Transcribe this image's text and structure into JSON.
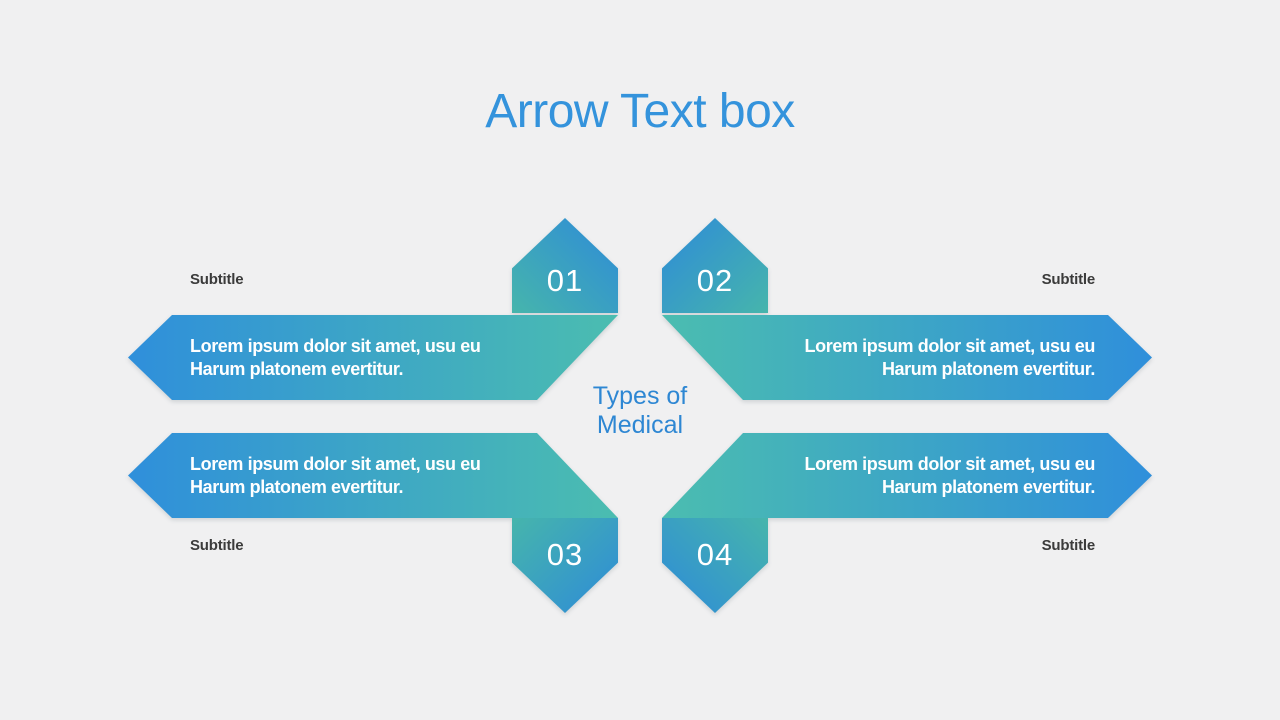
{
  "slide": {
    "title": "Arrow Text box",
    "center_caption": "Types of\nMedical",
    "colors": {
      "background": "#F0F0F1",
      "arrow_blue": "#2F8FDB",
      "arrow_teal": "#4BBDB0",
      "title_blue": "#3493DC",
      "caption_blue": "#2E87D3",
      "subtitle_gray": "#3B3B3B",
      "shape_text": "#FFFFFF"
    }
  },
  "items": [
    {
      "number": "01",
      "position": "top-left",
      "subtitle": "Subtitle",
      "text": "Lorem ipsum dolor sit amet, usu eu\nHarum platonem evertitur."
    },
    {
      "number": "02",
      "position": "top-right",
      "subtitle": "Subtitle",
      "text": "Lorem ipsum dolor sit amet, usu eu\nHarum platonem evertitur."
    },
    {
      "number": "03",
      "position": "bottom-left",
      "subtitle": "Subtitle",
      "text": "Lorem ipsum dolor sit amet, usu eu\nHarum platonem evertitur."
    },
    {
      "number": "04",
      "position": "bottom-right",
      "subtitle": "Subtitle",
      "text": "Lorem ipsum dolor sit amet, usu eu\nHarum platonem evertitur."
    }
  ]
}
